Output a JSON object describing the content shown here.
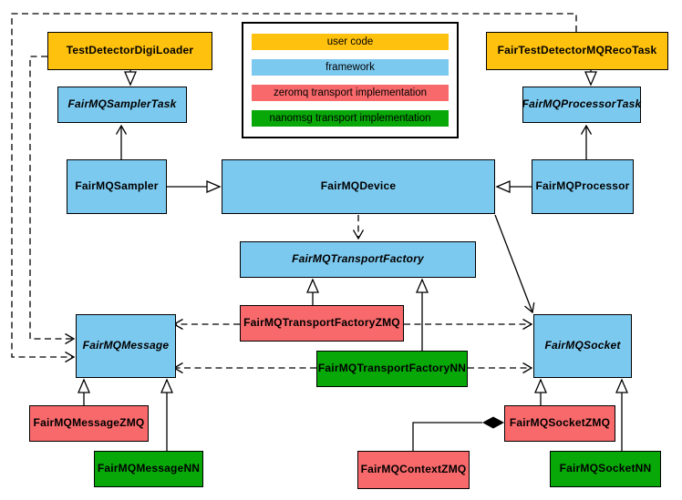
{
  "diagram": {
    "type": "uml-class-diagram",
    "nodes": [
      {
        "id": 0,
        "label": "TestDetectorDigiLoader",
        "category": "user-code",
        "abstract": false
      },
      {
        "id": 1,
        "label": "FairTestDetectorMQRecoTask",
        "category": "user-code",
        "abstract": false
      },
      {
        "id": 2,
        "label": "FairMQSamplerTask",
        "category": "framework",
        "abstract": true
      },
      {
        "id": 3,
        "label": "FairMQProcessorTask",
        "category": "framework",
        "abstract": true
      },
      {
        "id": 4,
        "label": "FairMQSampler",
        "category": "framework",
        "abstract": false
      },
      {
        "id": 5,
        "label": "FairMQDevice",
        "category": "framework",
        "abstract": false
      },
      {
        "id": 6,
        "label": "FairMQProcessor",
        "category": "framework",
        "abstract": false
      },
      {
        "id": 7,
        "label": "FairMQTransportFactory",
        "category": "framework",
        "abstract": true
      },
      {
        "id": 8,
        "label": "FairMQTransportFactoryZMQ",
        "category": "zeromq",
        "abstract": false
      },
      {
        "id": 9,
        "label": "FairMQTransportFactoryNN",
        "category": "nanomsg",
        "abstract": false
      },
      {
        "id": 10,
        "label": "FairMQMessage",
        "category": "framework",
        "abstract": true
      },
      {
        "id": 11,
        "label": "FairMQSocket",
        "category": "framework",
        "abstract": true
      },
      {
        "id": 12,
        "label": "FairMQMessageZMQ",
        "category": "zeromq",
        "abstract": false
      },
      {
        "id": 13,
        "label": "FairMQMessageNN",
        "category": "nanomsg",
        "abstract": false
      },
      {
        "id": 14,
        "label": "FairMQSocketZMQ",
        "category": "zeromq",
        "abstract": false
      },
      {
        "id": 15,
        "label": "FairMQSocketNN",
        "category": "nanomsg",
        "abstract": false
      },
      {
        "id": 16,
        "label": "FairMQContextZMQ",
        "category": "zeromq",
        "abstract": false
      }
    ],
    "edges": [
      {
        "from": "TestDetectorDigiLoader",
        "to": "FairMQSamplerTask",
        "type": "inheritance"
      },
      {
        "from": "FairTestDetectorMQRecoTask",
        "to": "FairMQProcessorTask",
        "type": "inheritance"
      },
      {
        "from": "FairMQSampler",
        "to": "FairMQSamplerTask",
        "type": "association"
      },
      {
        "from": "FairMQProcessor",
        "to": "FairMQProcessorTask",
        "type": "association"
      },
      {
        "from": "FairMQSampler",
        "to": "FairMQDevice",
        "type": "inheritance"
      },
      {
        "from": "FairMQProcessor",
        "to": "FairMQDevice",
        "type": "inheritance"
      },
      {
        "from": "FairMQDevice",
        "to": "FairMQTransportFactory",
        "type": "dependency-dashed"
      },
      {
        "from": "FairMQDevice",
        "to": "FairMQSocket",
        "type": "association"
      },
      {
        "from": "FairMQTransportFactoryZMQ",
        "to": "FairMQTransportFactory",
        "type": "inheritance"
      },
      {
        "from": "FairMQTransportFactoryNN",
        "to": "FairMQTransportFactory",
        "type": "inheritance"
      },
      {
        "from": "FairMQTransportFactoryZMQ",
        "to": "FairMQMessage",
        "type": "dependency-dashed"
      },
      {
        "from": "FairMQTransportFactoryZMQ",
        "to": "FairMQSocket",
        "type": "dependency-dashed"
      },
      {
        "from": "FairMQTransportFactoryNN",
        "to": "FairMQMessage",
        "type": "dependency-dashed"
      },
      {
        "from": "FairMQTransportFactoryNN",
        "to": "FairMQSocket",
        "type": "dependency-dashed"
      },
      {
        "from": "TestDetectorDigiLoader",
        "to": "FairMQMessage",
        "type": "dependency-dashed"
      },
      {
        "from": "FairTestDetectorMQRecoTask",
        "to": "FairMQMessage",
        "type": "dependency-dashed"
      },
      {
        "from": "FairMQMessageZMQ",
        "to": "FairMQMessage",
        "type": "inheritance"
      },
      {
        "from": "FairMQMessageNN",
        "to": "FairMQMessage",
        "type": "inheritance"
      },
      {
        "from": "FairMQSocketZMQ",
        "to": "FairMQSocket",
        "type": "inheritance"
      },
      {
        "from": "FairMQSocketNN",
        "to": "FairMQSocket",
        "type": "inheritance"
      },
      {
        "from": "FairMQContextZMQ",
        "to": "FairMQSocketZMQ",
        "type": "composition"
      }
    ],
    "legend": {
      "items": [
        {
          "label": "user code",
          "color": "#FEC10D"
        },
        {
          "label": "framework",
          "color": "#7CC9EF"
        },
        {
          "label": "zeromq transport implementation",
          "color": "#F8696B"
        },
        {
          "label": "nanomsg transport implementation",
          "color": "#07A807"
        }
      ]
    },
    "colors": {
      "user_code": "#FEC10D",
      "framework": "#7CC9EF",
      "zeromq": "#F8696B",
      "nanomsg": "#07A807",
      "line": "#000000",
      "background": "#FFFFFF"
    }
  }
}
